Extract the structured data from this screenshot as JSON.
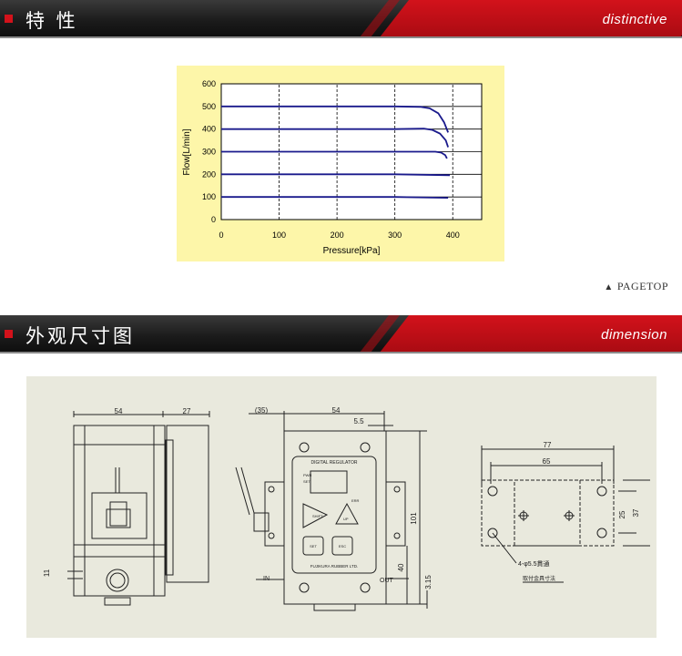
{
  "sections": {
    "distinctive": {
      "title": "特 性",
      "subtitle": "distinctive"
    },
    "dimension": {
      "title": "外观尺寸图",
      "subtitle": "dimension"
    }
  },
  "pagetop": {
    "label": "PAGETOP"
  },
  "colors": {
    "accent_red": "#d3121b",
    "chart_bg": "#fdf6a9",
    "curve": "#1a1a8c",
    "drawing_bg": "#e9e9dd"
  },
  "chart_data": {
    "type": "line",
    "xlabel": "Pressure[kPa]",
    "ylabel": "Flow[L/min]",
    "xlim": [
      0,
      450
    ],
    "ylim": [
      0,
      600
    ],
    "xticks": [
      0,
      100,
      200,
      300,
      400
    ],
    "yticks": [
      0,
      100,
      200,
      300,
      400,
      500,
      600
    ],
    "grid": {
      "x": "dashed",
      "y": "solid"
    },
    "series": [
      {
        "x": [
          0,
          300,
          345,
          360,
          375,
          385,
          392
        ],
        "y": [
          500,
          500,
          498,
          492,
          470,
          430,
          385
        ]
      },
      {
        "x": [
          0,
          300,
          350,
          365,
          378,
          388,
          392
        ],
        "y": [
          400,
          400,
          402,
          396,
          380,
          350,
          320
        ]
      },
      {
        "x": [
          0,
          300,
          370,
          380,
          387,
          390
        ],
        "y": [
          300,
          300,
          300,
          296,
          285,
          270
        ]
      },
      {
        "x": [
          0,
          300,
          372,
          395
        ],
        "y": [
          200,
          200,
          197,
          196
        ]
      },
      {
        "x": [
          0,
          300,
          365,
          392
        ],
        "y": [
          100,
          100,
          97,
          96
        ]
      }
    ]
  },
  "drawing": {
    "front": {
      "width": "54",
      "depth": "27",
      "offset": "11"
    },
    "side": {
      "offset_top": "(35)",
      "width": "54",
      "gap": "5.5",
      "height": "101",
      "height_lower": "40",
      "base": "3.15",
      "in_label": "IN",
      "out_label": "OUT",
      "brand_top": "DIGITAL REGULATOR",
      "brand_bottom": "FUJIKURA RUBBER LTD.",
      "buttons": {
        "shift": "SHIFT",
        "up": "UP",
        "set": "SET",
        "esc": "ESC"
      },
      "leds": {
        "pwr": "PWR",
        "set": "SET",
        "error": "ERR"
      }
    },
    "mount": {
      "outer": "77",
      "inner": "65",
      "height_inner": "25",
      "height_outer": "37",
      "holes": "4-φ5.5貫通",
      "caption": "取付金具寸法"
    }
  }
}
